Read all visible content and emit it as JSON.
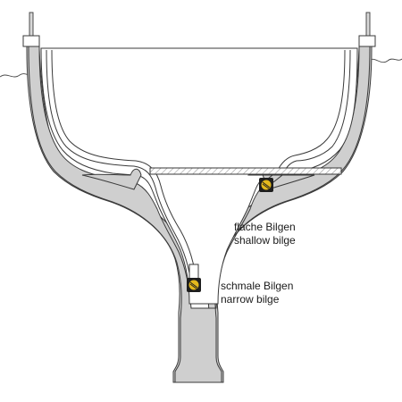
{
  "labels": {
    "shallow": {
      "german": "flache Bilgen",
      "english": "shallow bilge"
    },
    "narrow": {
      "german": "schmale Bilgen",
      "english": "narrow bilge"
    }
  },
  "colors": {
    "hull": "#cfcfcf",
    "outline": "#3a3a3a",
    "floor_hatch": "#bdbdbd",
    "drain_plug": "#e3b81c",
    "plug_body": "#1e1e1e",
    "background": "#ffffff"
  },
  "icons": {
    "drain_plug": "drain-plug-icon"
  }
}
